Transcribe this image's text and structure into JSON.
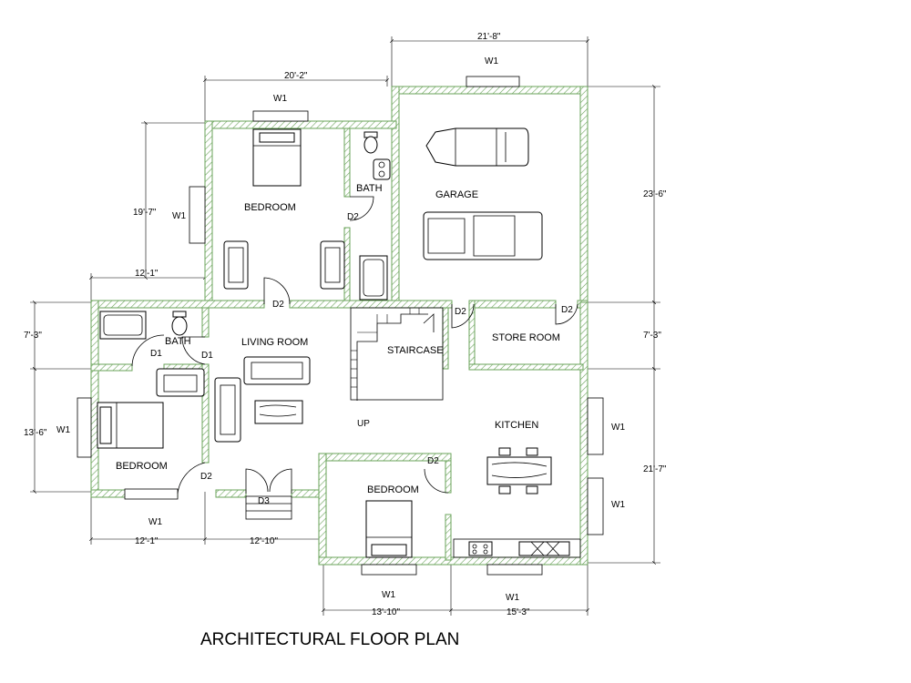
{
  "title": "ARCHITECTURAL FLOOR PLAN",
  "rooms": {
    "bedroom_top": "BEDROOM",
    "bath_top": "BATH",
    "garage": "GARAGE",
    "living_room": "LIVING ROOM",
    "bath_left": "BATH",
    "staircase": "STAIRCASE",
    "store_room": "STORE ROOM",
    "bedroom_left": "BEDROOM",
    "kitchen": "KITCHEN",
    "bedroom_bottom": "BEDROOM"
  },
  "stair_label": "UP",
  "doors": {
    "d2_bath_top": "D2",
    "d2_bedroom_top": "D2",
    "d2_garage": "D2",
    "d2_store": "D2",
    "d1_bath": "D1",
    "d1_living": "D1",
    "d2_bedroom_left": "D2",
    "d3_entry": "D3",
    "d2_bedroom_bottom": "D2"
  },
  "windows": {
    "w1_bedroom_top": "W1",
    "w1_bedroom_top_side": "W1",
    "w1_garage": "W1",
    "w1_bedroom_left": "W1",
    "w1_bedroom_left_bottom": "W1",
    "w1_kitchen_1": "W1",
    "w1_kitchen_2": "W1",
    "w1_bedroom_bottom": "W1",
    "w1_kitchen_bottom": "W1"
  },
  "dimensions": {
    "garage_width": "21'-8\"",
    "bedroom_top_width": "20'-2\"",
    "garage_depth": "23'-6\"",
    "bedroom_top_depth": "19'-7\"",
    "left_wing_width": "12'-1\"",
    "bath_depth": "7'-3\"",
    "store_depth": "7'-3\"",
    "bedroom_left_depth": "13'-6\"",
    "kitchen_depth": "21'-7\"",
    "bottom_left_width": "12'-1\"",
    "bottom_mid_width": "12'-10\"",
    "bedroom_bottom_width": "13'-10\"",
    "kitchen_width": "15'-3\""
  },
  "colors": {
    "wall_hatch": "#6aa35a",
    "line": "#000000",
    "background": "#ffffff"
  }
}
